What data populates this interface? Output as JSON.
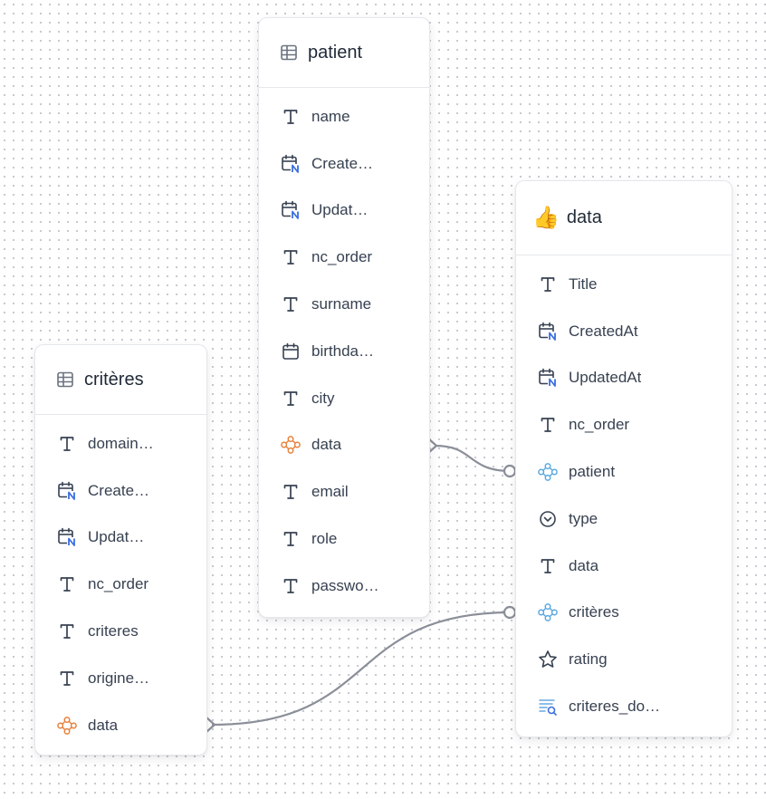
{
  "colors": {
    "edge": "#8b8f99",
    "link_orange": "#e8803a",
    "link_blue": "#5aa8e0",
    "datetime_badge": "#3b6fe0"
  },
  "tables": {
    "patient": {
      "title": "patient",
      "icon": "table-icon",
      "fields": [
        {
          "label": "name",
          "icon": "text-icon"
        },
        {
          "label": "Create…",
          "icon": "datetime-icon"
        },
        {
          "label": "Updat…",
          "icon": "datetime-icon"
        },
        {
          "label": "nc_order",
          "icon": "text-icon"
        },
        {
          "label": "surname",
          "icon": "text-icon"
        },
        {
          "label": "birthda…",
          "icon": "calendar-icon"
        },
        {
          "label": "city",
          "icon": "text-icon"
        },
        {
          "label": "data",
          "icon": "link-icon"
        },
        {
          "label": "email",
          "icon": "text-icon"
        },
        {
          "label": "role",
          "icon": "text-icon"
        },
        {
          "label": "passwo…",
          "icon": "text-icon"
        }
      ]
    },
    "data": {
      "title": "data",
      "icon": "thumbs-up-emoji",
      "emoji": "👍",
      "fields": [
        {
          "label": "Title",
          "icon": "text-icon"
        },
        {
          "label": "CreatedAt",
          "icon": "datetime-icon"
        },
        {
          "label": "UpdatedAt",
          "icon": "datetime-icon"
        },
        {
          "label": "nc_order",
          "icon": "text-icon"
        },
        {
          "label": "patient",
          "icon": "link-icon"
        },
        {
          "label": "type",
          "icon": "single-select-icon"
        },
        {
          "label": "data",
          "icon": "text-icon"
        },
        {
          "label": "critères",
          "icon": "link-icon"
        },
        {
          "label": "rating",
          "icon": "star-icon"
        },
        {
          "label": "criteres_do…",
          "icon": "lookup-icon"
        }
      ]
    },
    "criteres": {
      "title": "critères",
      "icon": "table-icon",
      "fields": [
        {
          "label": "domain…",
          "icon": "text-icon"
        },
        {
          "label": "Create…",
          "icon": "datetime-icon"
        },
        {
          "label": "Updat…",
          "icon": "datetime-icon"
        },
        {
          "label": "nc_order",
          "icon": "text-icon"
        },
        {
          "label": "criteres",
          "icon": "text-icon"
        },
        {
          "label": "origine…",
          "icon": "text-icon"
        },
        {
          "label": "data",
          "icon": "link-icon"
        }
      ]
    }
  }
}
